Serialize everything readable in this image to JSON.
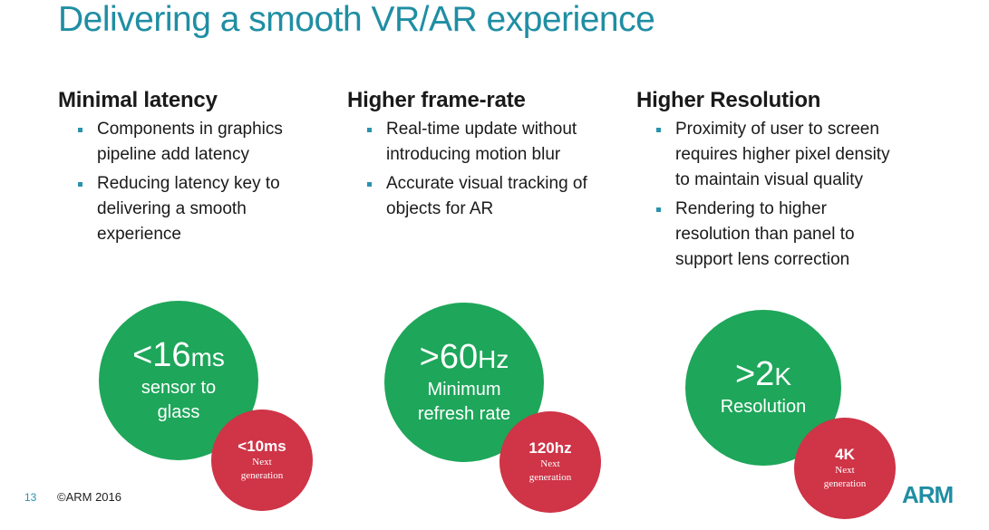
{
  "slide": {
    "title": "Delivering a smooth VR/AR experience",
    "columns": [
      {
        "heading": "Minimal latency",
        "bullets": [
          "Components in graphics pipeline add latency",
          "Reducing latency key to delivering a smooth experience"
        ],
        "main_circle": {
          "value": "<16",
          "unit": "ms",
          "label_line1": "sensor to",
          "label_line2": "glass",
          "color": "#1ea65a"
        },
        "next_circle": {
          "value": "<10ms",
          "label_line1": "Next",
          "label_line2": "generation",
          "color": "#cf3447"
        }
      },
      {
        "heading": "Higher frame-rate",
        "bullets": [
          "Real-time update without introducing motion blur",
          "Accurate visual tracking of objects for AR"
        ],
        "main_circle": {
          "value": ">60",
          "unit": "Hz",
          "label_line1": "Minimum",
          "label_line2": "refresh rate",
          "color": "#1ea65a"
        },
        "next_circle": {
          "value": "120hz",
          "label_line1": "Next",
          "label_line2": "generation",
          "color": "#cf3447"
        }
      },
      {
        "heading": "Higher Resolution",
        "bullets": [
          "Proximity of user to screen requires higher pixel density to maintain visual quality",
          "Rendering to higher resolution than panel to support lens correction"
        ],
        "main_circle": {
          "value": ">2",
          "unit": "K",
          "label_line1": "Resolution",
          "label_line2": "",
          "color": "#1ea65a"
        },
        "next_circle": {
          "value": "4K",
          "label_line1": "Next",
          "label_line2": "generation",
          "color": "#cf3447"
        }
      }
    ],
    "footer": {
      "page_number": "13",
      "copyright": "©ARM 2016",
      "logo": "ARM"
    },
    "colors": {
      "accent": "#1f8ea3",
      "green": "#1ea65a",
      "red": "#cf3447"
    }
  }
}
